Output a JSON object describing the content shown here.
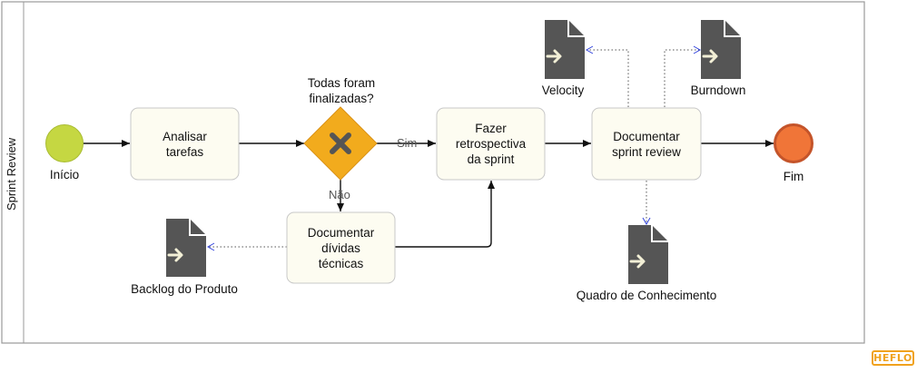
{
  "pool": {
    "label": "Sprint Review"
  },
  "events": {
    "start": {
      "label": "Início"
    },
    "end": {
      "label": "Fim"
    }
  },
  "tasks": {
    "analisar": {
      "lines": [
        "Analisar",
        "tarefas"
      ]
    },
    "retrospectiva": {
      "lines": [
        "Fazer",
        "retrospectiva",
        "da sprint"
      ]
    },
    "documentar_review": {
      "lines": [
        "Documentar",
        "sprint review"
      ]
    },
    "documentar_dividas": {
      "lines": [
        "Documentar",
        "dívidas",
        "técnicas"
      ]
    }
  },
  "gateway": {
    "question": [
      "Todas foram",
      "finalizadas?"
    ],
    "yes_label": "Sim",
    "no_label": "Não"
  },
  "data_objects": {
    "velocity": {
      "label": "Velocity"
    },
    "burndown": {
      "label": "Burndown"
    },
    "backlog": {
      "label": "Backlog do Produto"
    },
    "quadro": {
      "label": "Quadro de Conhecimento"
    }
  },
  "brand": {
    "logo_text": "HEFLO"
  },
  "colors": {
    "start_fill": "#c5d742",
    "end_fill": "#f07538",
    "gateway_fill": "#f2ab1d",
    "task_fill": "#fdfcf1",
    "doc_fill": "#555555"
  }
}
